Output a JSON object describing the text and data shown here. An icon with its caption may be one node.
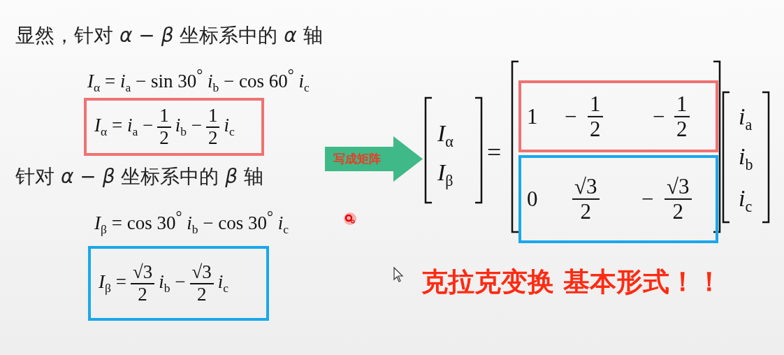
{
  "diagram": {
    "nodes": [
      {
        "text": [
          "*I*$_{α}$ = *i*$_{a}$ −",
          "1",
          "2",
          "*i*$_{b}$ −",
          "1",
          "2",
          "*i*$_{c}$"
        ]
      },
      {
        "text": [
          "*I*$_{β}$ =",
          "√3",
          "2",
          "*i*$_{b}$ −",
          "√3",
          "2",
          "*i*$_{c}$"
        ]
      },
      {
        "text": [
          "写成矩阵"
        ]
      },
      {
        "text": [
          "1",
          "−",
          "1",
          "2",
          "−",
          "1",
          "2"
        ]
      },
      {
        "text": [
          "0",
          "√3",
          "2",
          "−",
          "√3",
          "2"
        ]
      }
    ],
    "labels": [
      "显然，针对 *α* − *β* 坐标系中的 *α* 轴",
      "*I*$_{α}$ = *i*$_{a}$ − sin 30$^{°}$ *i*$_{b}$ − cos 60$^{°}$ *i*$_{c}$",
      "针对 *α* − *β* 坐标系中的 *β* 轴",
      "*I*$_{β}$ = cos 30$^{°}$ *i*$_{b}$ − cos 30$^{°}$ *i*$_{c}$",
      "*I*$_{α}$",
      "*I*$_{β}$",
      "=",
      "*i*$_{a}$",
      "*i*$_{b}$",
      "*i*$_{c}$",
      "克拉克变换 基本形式！！"
    ]
  }
}
